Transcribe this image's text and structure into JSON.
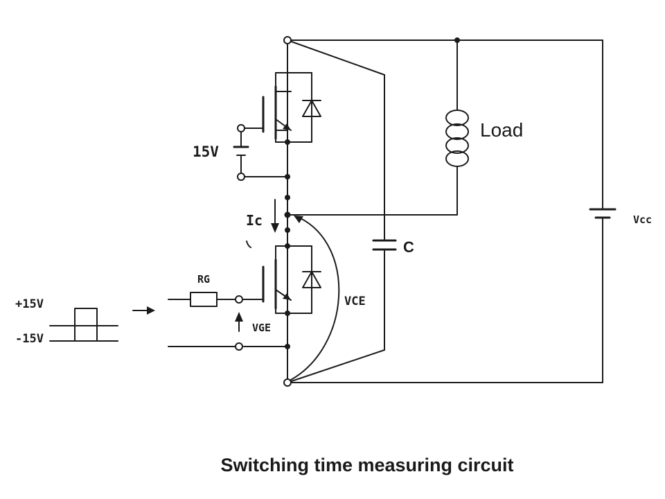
{
  "labels": {
    "gate_supply": "15V",
    "load": "Load",
    "current": "Ic",
    "capacitor": "C",
    "supply": "Vcc",
    "gate_resistor": "RG",
    "vce": "VCE",
    "vge": "VGE",
    "pulse_high": "+15V",
    "pulse_low": "-15V"
  },
  "caption": "Switching time measuring circuit"
}
